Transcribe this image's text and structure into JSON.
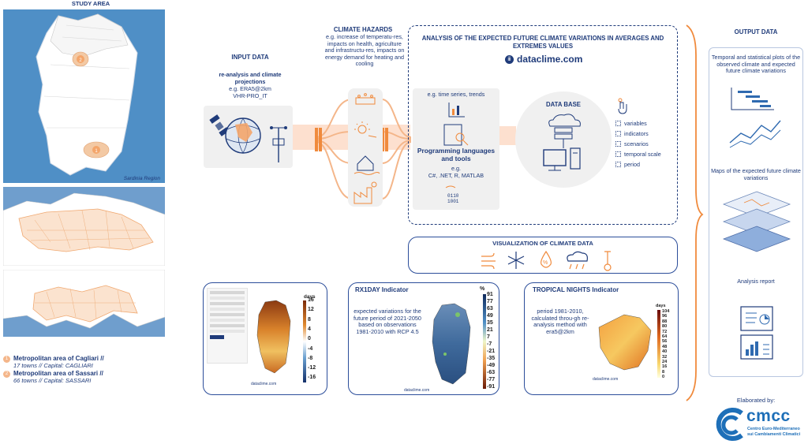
{
  "study_area": {
    "title": "STUDY AREA",
    "region_label": "Sardinia Region",
    "markers": [
      "1",
      "2"
    ],
    "legend": [
      {
        "num": "1",
        "name": "Metropolitan area of Cagliari //",
        "detail": "17 towns // Capital: CAGLIARI"
      },
      {
        "num": "2",
        "name": "Metropolitan area of Sassari //",
        "detail": "66 towns // Capital: SASSARI"
      }
    ]
  },
  "input_data": {
    "title": "INPUT DATA",
    "subtitle": "re-analysis and climate projections",
    "detail": "e.g. ERA5@2km VHR-PRO_IT"
  },
  "climate_hazards": {
    "title": "CLIMATE HAZARDS",
    "detail": "e.g. increase of temperatu-res, impacts on health, agriculture and infrastructu-res, impacts on energy demand for heating and cooling"
  },
  "analysis": {
    "title": "ANALYSIS OF THE EXPECTED FUTURE CLIMATE VARIATIONS IN AVERAGES AND EXTREMES VALUES",
    "brand": "dataclime.com",
    "tools": {
      "example_top": "e.g. time series, trends",
      "title": "Programming languages and tools",
      "example": "e.g.",
      "languages": "C#, .NET, R, MATLAB"
    },
    "database": {
      "title": "DATA BASE",
      "items": [
        "variables",
        "indicators",
        "scenarios",
        "temporal scale",
        "period"
      ]
    }
  },
  "visualization": {
    "title": "VISUALIZATION OF CLIMATE DATA"
  },
  "rx1day": {
    "title": "RX1DAY Indicator",
    "description": "expected variations for the future period of 2021-2050 based on observations 1981-2010 with RCP 4.5",
    "unit": "%",
    "ticks": [
      "91",
      "77",
      "63",
      "49",
      "35",
      "21",
      "7",
      "-7",
      "-21",
      "-35",
      "-49",
      "-63",
      "-77",
      "-91"
    ],
    "brand": "dataclime.com"
  },
  "tropical": {
    "title": "TROPICAL NIGHTS Indicator",
    "description": "period 1981-2010, calculated throu-gh re-analysis method with era5@2km",
    "unit": "days",
    "ticks": [
      "104",
      "96",
      "88",
      "80",
      "72",
      "64",
      "56",
      "48",
      "40",
      "32",
      "24",
      "16",
      "8",
      "0"
    ],
    "brand": "dataclime.com"
  },
  "dashboard": {
    "unit": "days",
    "ticks": [
      "16",
      "12",
      "8",
      "4",
      "0",
      "-4",
      "-8",
      "-12",
      "-16"
    ],
    "brand": "dataclime.com"
  },
  "output": {
    "title": "OUTPUT DATA",
    "item1": "Temporal and statistical plots of the observed climate and expected future climate variations",
    "item2": "Maps of the expected future climate variations",
    "item3": "Analysis report"
  },
  "credits": {
    "label": "Elaborated by:",
    "logo": "cmcc",
    "org_line1": "Centro Euro-Mediterraneo",
    "org_line2": "sui Cambiamenti Climatici"
  },
  "colors": {
    "navy": "#1f3b7a",
    "orange": "#f08a3c",
    "sea": "#4f8fc6",
    "peach": "#fde0cf"
  }
}
